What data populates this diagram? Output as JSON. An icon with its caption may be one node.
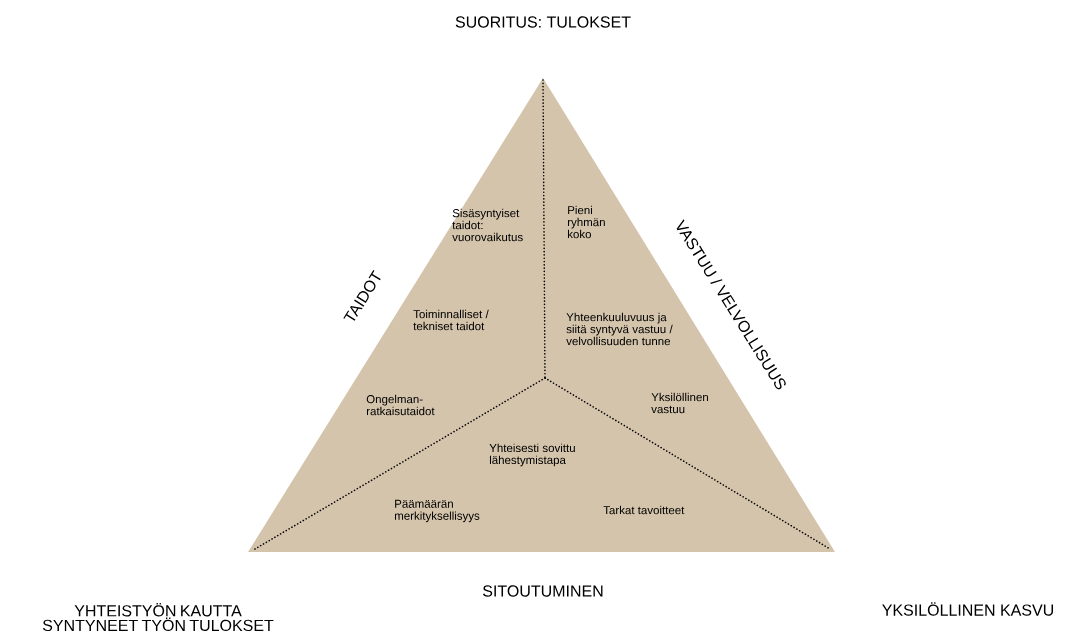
{
  "diagram": {
    "labels": [
      "SUORITUS: TULOKSET",
      "TAIDOT",
      "Sisäsyntyiset taidot: vuorovaikutus",
      "Pieni ryhmän koko",
      "VASTUU / VELVOLLISUUS",
      "Toiminnalliset / tekniset taidot",
      "Yhteenkuuluvuus ja siitä syntyvä vastuu / velvollisuuden tunne",
      "Ongelman- ratkaisutaidot",
      "Yksilöllinen vastuu",
      "Yhteisesti sovittu lähestymistapa",
      "Päämäärän merkityksellisyys",
      "Tarkat tavoitteet",
      "SITOUTUMINEN",
      "YHTEISTYÖN KAUTTA SYNTYNEET TYÖN TULOKSET",
      "YKSILÖLLINEN KASVU"
    ]
  }
}
